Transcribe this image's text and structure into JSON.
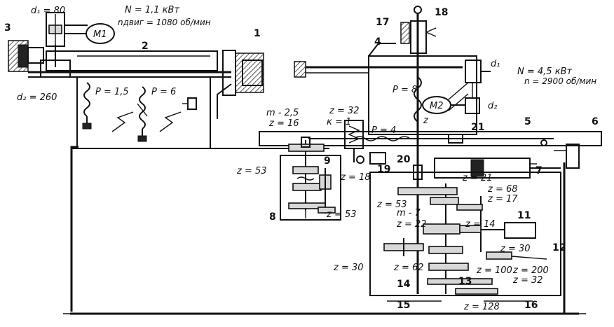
{
  "diagram": {
    "motor1": {
      "label": "M1",
      "power": "N = 1,1 кВт",
      "speed": "nдвиг = 1080 об/мин",
      "pulley_drive": "d₁ = 80",
      "pulley_driven": "d₂ = 260"
    },
    "motor2": {
      "label": "M2",
      "power": "N = 4,5 кВт",
      "speed": "n = 2900 об/мин",
      "pulley_drive": "d₁",
      "pulley_driven": "d₂"
    },
    "screws": {
      "p15": "P = 1,5",
      "p6": "P = 6",
      "p8": "P = 8",
      "p4": "P = 4"
    },
    "gear_labels": {
      "m25": "m - 2,5",
      "z16": "z = 16",
      "z32": "z = 32",
      "k1": "к = 1",
      "z53a": "z = 53",
      "z18": "z = 18",
      "z53b": "z = 53",
      "z21": "z = 21",
      "z53c": "z = 53",
      "z68": "z = 68",
      "z17": "z = 17",
      "m7": "m - 7",
      "z22": "z = 22",
      "z14": "z = 14",
      "z30a": "z = 30",
      "z30b": "z = 30",
      "z62": "z = 62",
      "z100": "z = 100",
      "z200": "z = 200",
      "z32b": "z = 32",
      "z128": "z = 128",
      "z": "z"
    },
    "part_numbers": {
      "n1": "1",
      "n2": "2",
      "n3": "3",
      "n4": "4",
      "n5": "5",
      "n6": "6",
      "n7": "7",
      "n8": "8",
      "n9": "9",
      "n11": "11",
      "n12": "12",
      "n13": "13",
      "n14": "14",
      "n15": "15",
      "n16": "16",
      "n17": "17",
      "n18": "18",
      "n19": "19",
      "n20": "20",
      "n21": "21"
    }
  }
}
